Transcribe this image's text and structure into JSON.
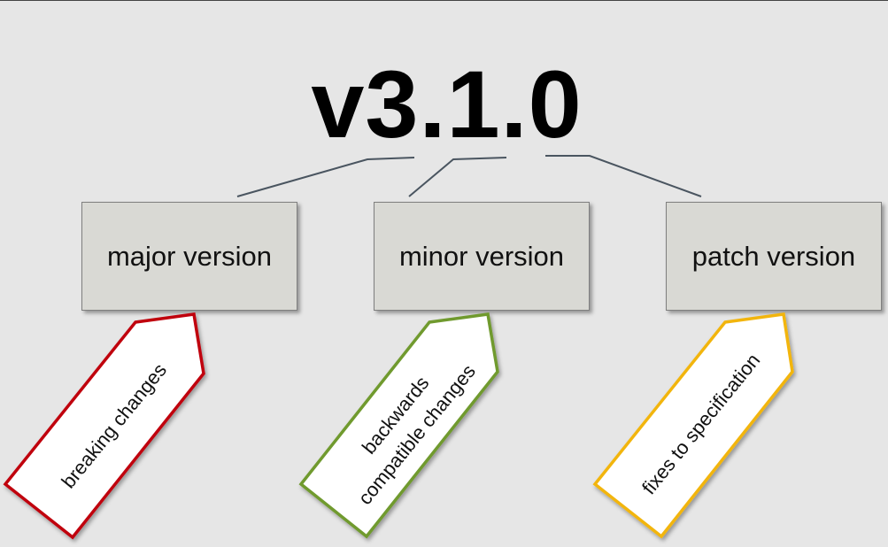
{
  "title": "v3.1.0",
  "boxes": {
    "major": "major version",
    "minor": "minor version",
    "patch": "patch version"
  },
  "tags": {
    "major": {
      "lines": [
        "breaking changes"
      ],
      "color": "#c0000a"
    },
    "minor": {
      "lines": [
        "backwards",
        "compatible changes"
      ],
      "color": "#6f9a2e"
    },
    "patch": {
      "lines": [
        "fixes to specification"
      ],
      "color": "#f2b50f"
    }
  },
  "colors": {
    "background": "#e6e6e6",
    "box_fill": "#d9d9d4",
    "connector": "#4a5560"
  }
}
